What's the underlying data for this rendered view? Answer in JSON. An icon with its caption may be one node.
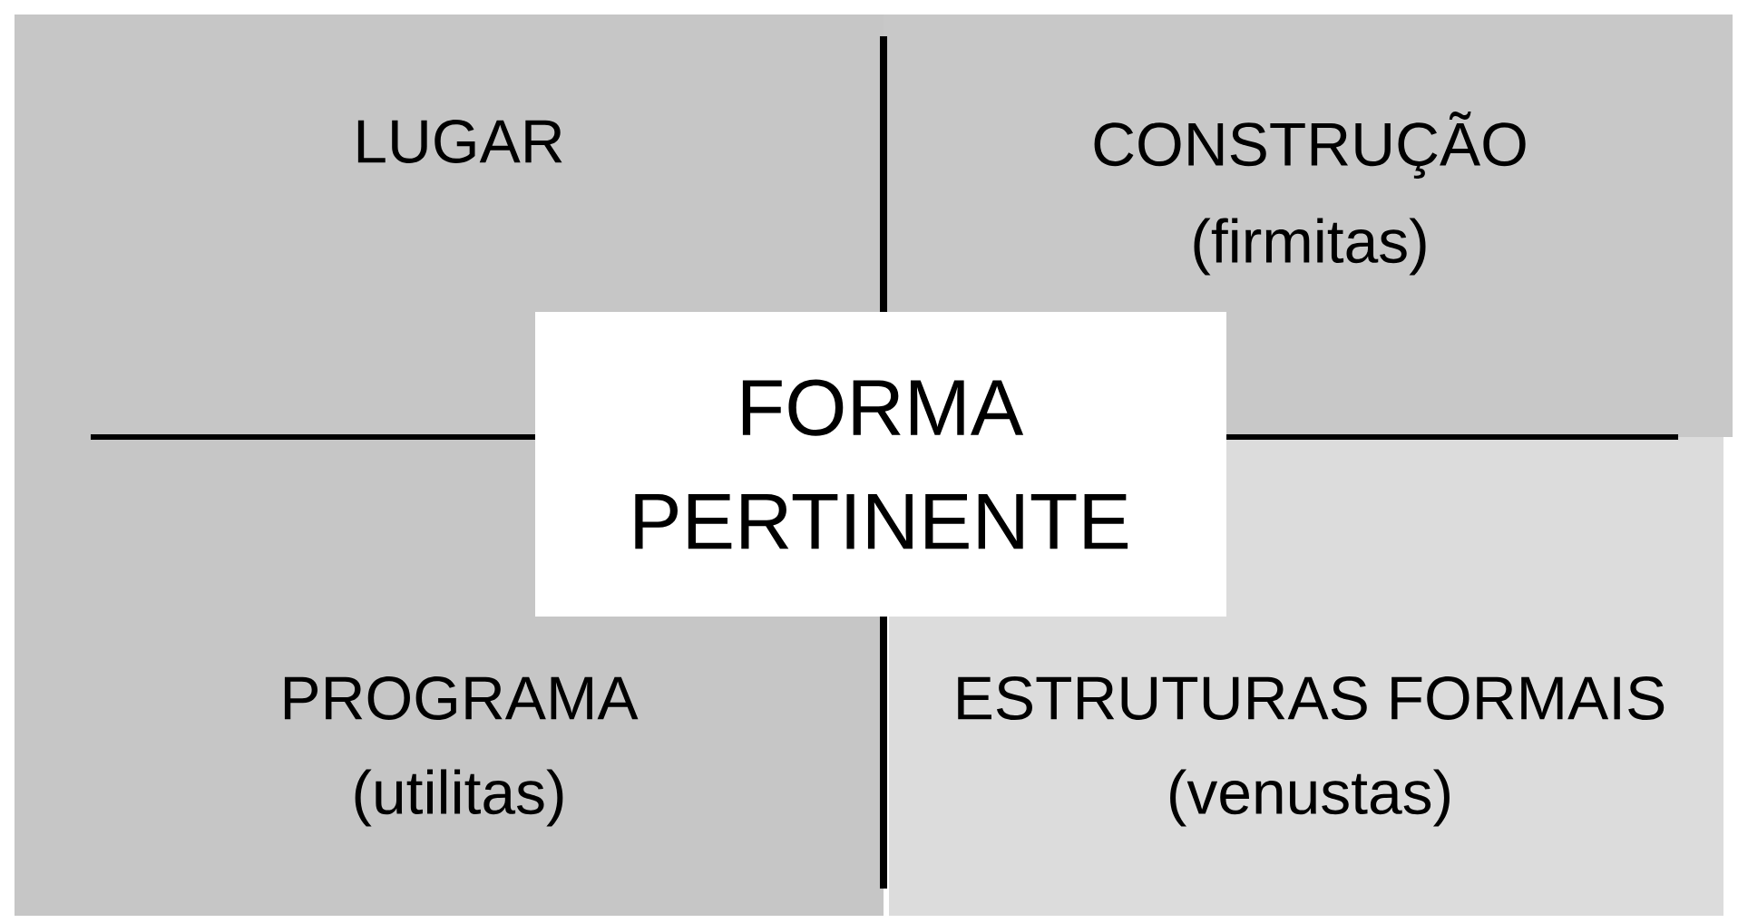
{
  "diagram": {
    "nodes": [
      {
        "text": [
          "LUGAR"
        ]
      },
      {
        "text": [
          "CONSTRUÇÃO",
          "(firmitas)"
        ]
      },
      {
        "text": [
          "FORMA PERTINENTE"
        ]
      },
      {
        "text": [
          "PROGRAMA",
          "(utilitas)"
        ]
      },
      {
        "text": [
          "ESTRUTURAS FORMAIS",
          "(venustas)"
        ]
      }
    ]
  }
}
